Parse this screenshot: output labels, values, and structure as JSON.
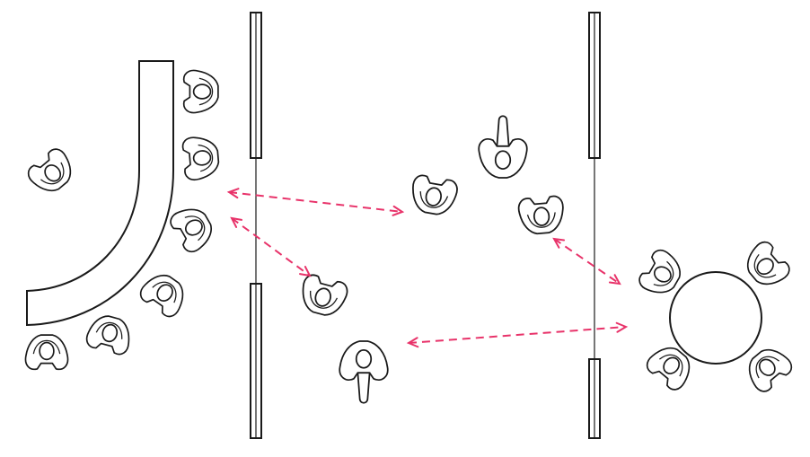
{
  "colors": {
    "background": "#ffffff",
    "ink": "#1a1a1a",
    "sightline": "#e8336a"
  },
  "people": [
    {
      "id": "p1",
      "icon": "person-top-view-icon",
      "pose": "seated"
    },
    {
      "id": "p2",
      "icon": "person-top-view-icon",
      "pose": "seated"
    },
    {
      "id": "p3",
      "icon": "person-top-view-icon",
      "pose": "seated"
    },
    {
      "id": "p4",
      "icon": "person-top-view-icon",
      "pose": "seated"
    },
    {
      "id": "p5",
      "icon": "person-top-view-icon",
      "pose": "seated"
    },
    {
      "id": "p6",
      "icon": "person-top-view-icon",
      "pose": "seated"
    },
    {
      "id": "p7",
      "icon": "person-top-view-icon",
      "pose": "seated"
    },
    {
      "id": "p8",
      "icon": "person-top-view-icon",
      "pose": "seated"
    },
    {
      "id": "p9",
      "icon": "person-top-view-icon",
      "pose": "standing"
    },
    {
      "id": "p10",
      "icon": "person-top-view-icon",
      "pose": "walking"
    },
    {
      "id": "p11",
      "icon": "person-top-view-icon",
      "pose": "walking"
    },
    {
      "id": "p12",
      "icon": "person-top-view-icon",
      "pose": "standing"
    },
    {
      "id": "p13",
      "icon": "person-top-view-icon",
      "pose": "standing"
    },
    {
      "id": "p14",
      "icon": "person-top-view-icon",
      "pose": "walking"
    },
    {
      "id": "p15",
      "icon": "person-top-view-icon",
      "pose": "seated"
    },
    {
      "id": "p16",
      "icon": "person-top-view-icon",
      "pose": "seated"
    },
    {
      "id": "p17",
      "icon": "person-top-view-icon",
      "pose": "seated"
    },
    {
      "id": "p18",
      "icon": "person-top-view-icon",
      "pose": "seated"
    }
  ]
}
